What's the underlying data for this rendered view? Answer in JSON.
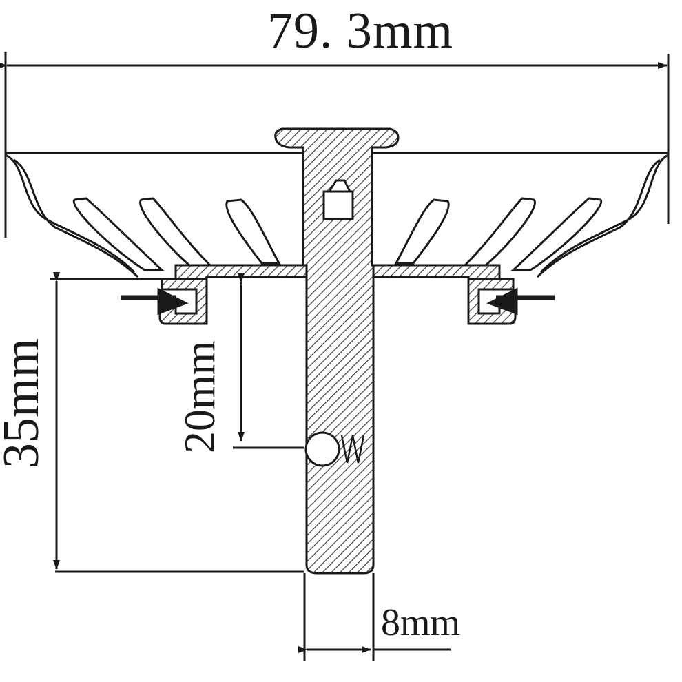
{
  "dimensions": {
    "overall_width": "79. 3mm",
    "total_height": "35mm",
    "ball_height": "20mm",
    "stem_width": "8mm"
  },
  "colors": {
    "ink": "#1a1a1a",
    "hatch": "#3a3a3a",
    "background": "#ffffff"
  }
}
